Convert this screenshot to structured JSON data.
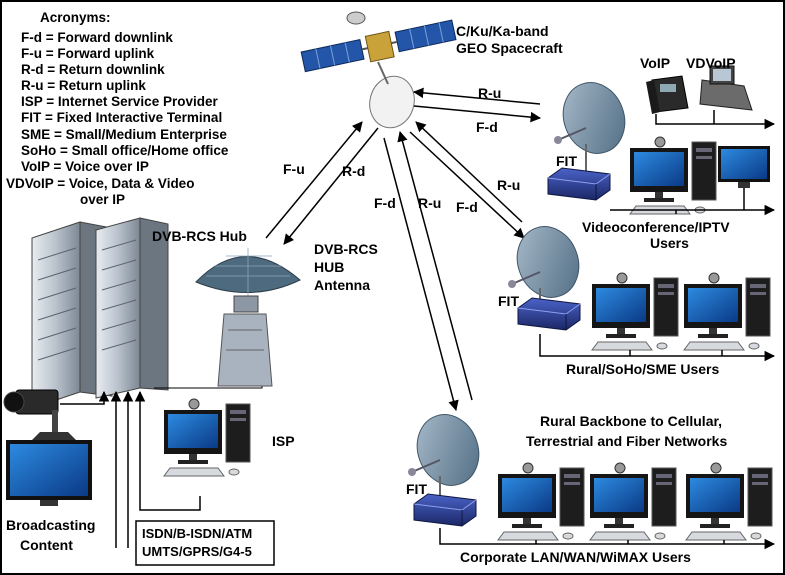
{
  "acronyms": {
    "title": "Acronyms:",
    "items": [
      "F-d = Forward downlink",
      "F-u = Forward uplink",
      "R-d = Return downlink",
      "R-u = Return uplink",
      "ISP = Internet Service Provider",
      "FIT = Fixed Interactive Terminal",
      "SME = Small/Medium Enterprise",
      "SoHo = Small office/Home office",
      "VoIP = Voice over IP",
      "VDVoIP = Voice, Data & Video",
      "over IP"
    ]
  },
  "spacecraft": {
    "line1": "C/Ku/Ka-band",
    "line2": "GEO Spacecraft"
  },
  "hub": {
    "label": "DVB-RCS Hub",
    "antenna_line1": "DVB-RCS",
    "antenna_line2": "HUB",
    "antenna_line3": "Antenna"
  },
  "links": {
    "fu": "F-u",
    "fd": "F-d",
    "ru": "R-u",
    "rd": "R-d"
  },
  "voip": {
    "voip": "VoIP",
    "vdvoip": "VDVoIP"
  },
  "fit": "FIT",
  "groups": {
    "video_line1": "Videoconference/IPTV",
    "video_line2": "Users",
    "rural": "Rural/SoHo/SME Users",
    "backbone_line1": "Rural Backbone to Cellular,",
    "backbone_line2": "Terrestrial and Fiber Networks",
    "corporate": "Corporate LAN/WAN/WiMAX Users"
  },
  "isp": "ISP",
  "broadcast": {
    "line1": "Broadcasting",
    "line2": "Content"
  },
  "networks": {
    "line1": "ISDN/B-ISDN/ATM",
    "line2": "UMTS/GPRS/G4-5"
  },
  "colors": {
    "border": "#000000",
    "dish": "#6e8aa0",
    "modem": "#2a3a8a",
    "screen": "#1458b8",
    "tower": "#9aa6b4"
  }
}
